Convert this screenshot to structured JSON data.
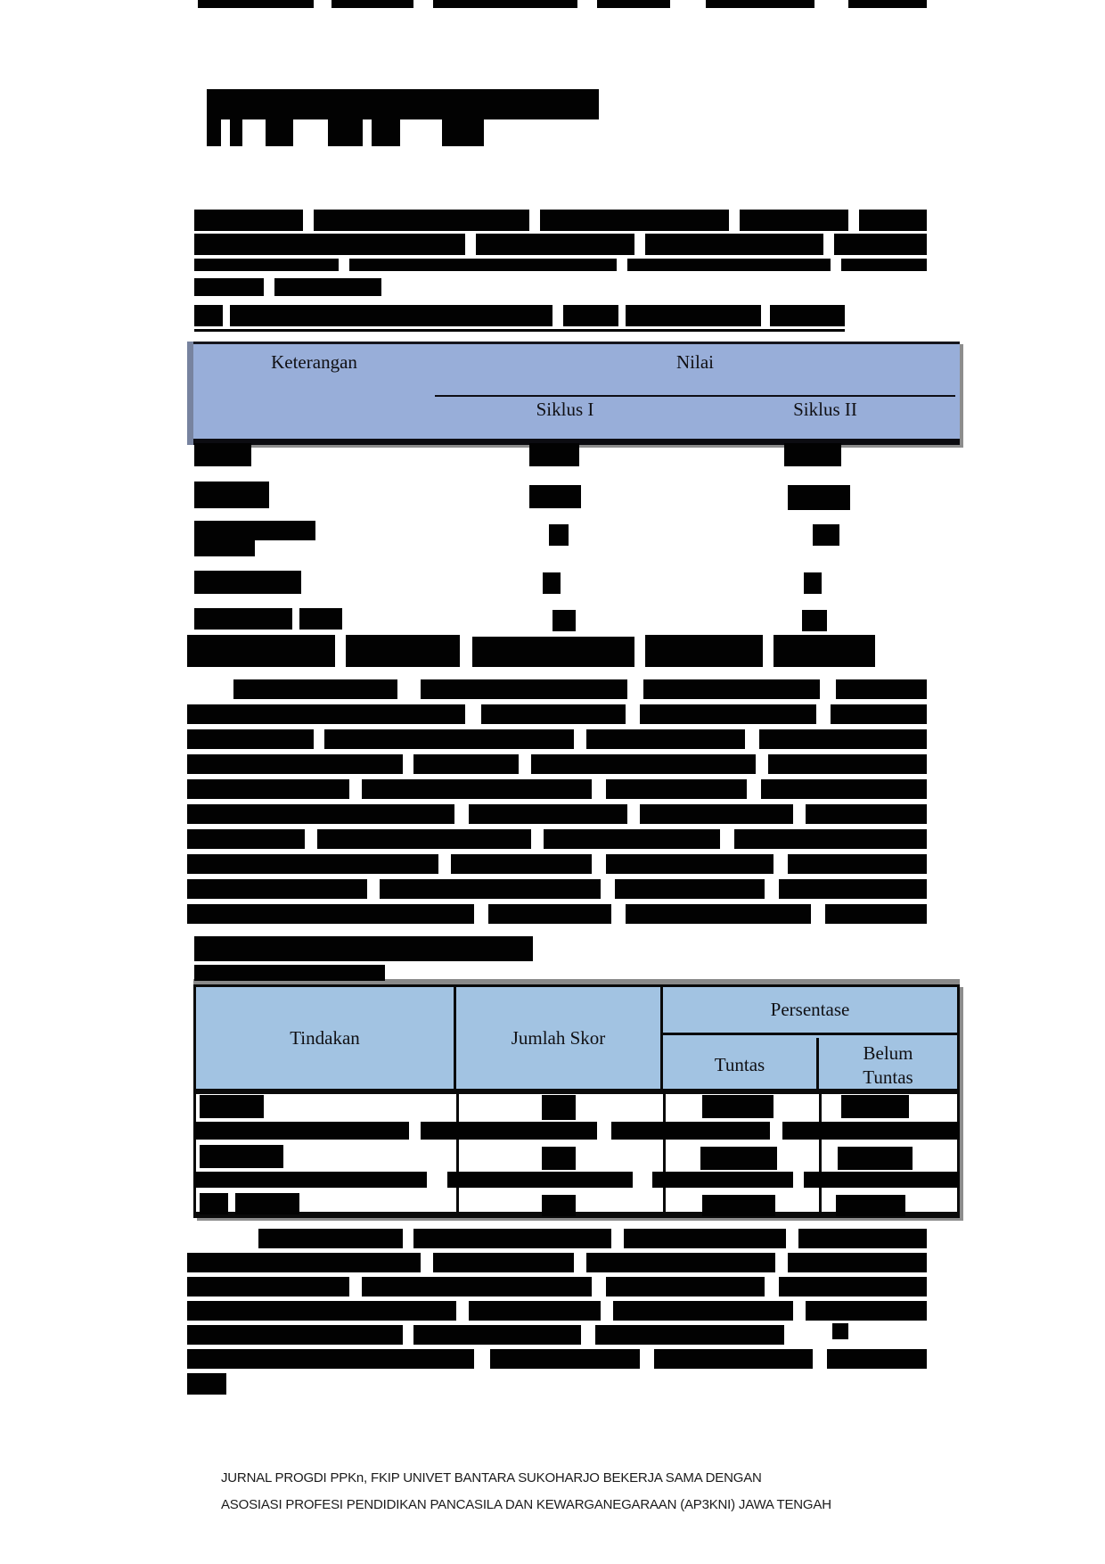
{
  "document": {
    "type": "journal-article-page",
    "note": "scanned page with most body text blacked out (redacted)"
  },
  "table1": {
    "header_bg": "#98aed9",
    "border_color": "#0c0c11",
    "header": {
      "col1": "Keterangan",
      "col2": "Nilai",
      "sub1": "Siklus I",
      "sub2": "Siklus II"
    },
    "redacted_body_rows": 6
  },
  "table2": {
    "header_bg": "#a2c3e2",
    "border_color": "#0a0a0a",
    "header": {
      "col1": "Tindakan",
      "col2": "Jumlah Skor",
      "col3": "Persentase",
      "sub1": "Tuntas",
      "sub2": "Belum Tuntas"
    },
    "redacted_body_rows": 3
  },
  "footer": {
    "line1": "JURNAL PROGDI PPKn, FKIP UNIVET BANTARA SUKOHARJO BEKERJA SAMA DENGAN",
    "line2": "ASOSIASI PROFESI PENDIDIKAN PANCASILA DAN KEWARGANEGARAAN (AP3KNI) JAWA TENGAH"
  },
  "redactions": {
    "top-edge": [
      [
        222,
        0,
        130,
        9
      ],
      [
        372,
        0,
        92,
        9
      ],
      [
        486,
        0,
        162,
        9
      ],
      [
        670,
        0,
        82,
        9
      ],
      [
        792,
        0,
        122,
        9
      ],
      [
        952,
        0,
        88,
        9
      ]
    ],
    "section-title": [
      [
        232,
        100,
        440,
        34
      ],
      [
        232,
        134,
        16,
        30
      ],
      [
        258,
        134,
        14,
        30
      ],
      [
        298,
        134,
        31,
        30
      ],
      [
        368,
        134,
        39,
        30
      ],
      [
        417,
        134,
        32,
        30
      ],
      [
        496,
        134,
        47,
        30
      ]
    ],
    "intro-paragraph": [
      [
        218,
        235,
        122,
        24
      ],
      [
        352,
        235,
        242,
        24
      ],
      [
        606,
        235,
        212,
        24
      ],
      [
        830,
        235,
        122,
        24
      ],
      [
        964,
        235,
        76,
        24
      ],
      [
        218,
        262,
        304,
        24
      ],
      [
        534,
        262,
        178,
        24
      ],
      [
        724,
        262,
        200,
        24
      ],
      [
        936,
        262,
        104,
        24
      ],
      [
        218,
        290,
        162,
        14
      ],
      [
        392,
        290,
        300,
        14
      ],
      [
        704,
        290,
        228,
        14
      ],
      [
        944,
        290,
        96,
        14
      ],
      [
        218,
        312,
        78,
        20
      ],
      [
        308,
        312,
        120,
        20
      ]
    ],
    "table1-caption": [
      [
        218,
        342,
        32,
        24
      ],
      [
        258,
        342,
        362,
        24
      ],
      [
        632,
        342,
        62,
        24
      ],
      [
        702,
        342,
        152,
        24
      ],
      [
        864,
        342,
        84,
        24
      ],
      [
        218,
        369,
        730,
        3
      ]
    ],
    "table1-cells": [
      [
        218,
        497,
        64,
        26
      ],
      [
        594,
        497,
        56,
        26
      ],
      [
        880,
        497,
        64,
        26
      ],
      [
        218,
        540,
        84,
        30
      ],
      [
        594,
        544,
        58,
        26
      ],
      [
        884,
        544,
        70,
        28
      ],
      [
        218,
        584,
        136,
        22
      ],
      [
        218,
        606,
        68,
        18
      ],
      [
        616,
        588,
        22,
        24
      ],
      [
        912,
        588,
        30,
        24
      ],
      [
        218,
        640,
        120,
        26
      ],
      [
        609,
        642,
        20,
        24
      ],
      [
        902,
        642,
        20,
        24
      ],
      [
        218,
        682,
        110,
        24
      ],
      [
        336,
        682,
        48,
        24
      ],
      [
        620,
        684,
        26,
        24
      ],
      [
        900,
        684,
        28,
        24
      ],
      [
        210,
        712,
        166,
        36
      ],
      [
        388,
        712,
        128,
        36
      ],
      [
        530,
        714,
        182,
        34
      ],
      [
        724,
        712,
        132,
        36
      ],
      [
        868,
        712,
        114,
        36
      ]
    ],
    "paragraph-after-table1": [
      [
        262,
        762,
        184,
        22
      ],
      [
        472,
        762,
        232,
        22
      ],
      [
        722,
        762,
        198,
        22
      ],
      [
        938,
        762,
        102,
        22
      ],
      [
        210,
        790,
        312,
        22
      ],
      [
        540,
        790,
        162,
        22
      ],
      [
        718,
        790,
        198,
        22
      ],
      [
        932,
        790,
        108,
        22
      ],
      [
        210,
        818,
        142,
        22
      ],
      [
        364,
        818,
        280,
        22
      ],
      [
        658,
        818,
        178,
        22
      ],
      [
        852,
        818,
        188,
        22
      ],
      [
        210,
        846,
        242,
        22
      ],
      [
        464,
        846,
        118,
        22
      ],
      [
        596,
        846,
        252,
        22
      ],
      [
        862,
        846,
        178,
        22
      ],
      [
        210,
        874,
        182,
        22
      ],
      [
        406,
        874,
        258,
        22
      ],
      [
        680,
        874,
        158,
        22
      ],
      [
        854,
        874,
        186,
        22
      ],
      [
        210,
        902,
        300,
        22
      ],
      [
        526,
        902,
        178,
        22
      ],
      [
        718,
        902,
        172,
        22
      ],
      [
        904,
        902,
        136,
        22
      ],
      [
        210,
        930,
        132,
        22
      ],
      [
        356,
        930,
        240,
        22
      ],
      [
        610,
        930,
        198,
        22
      ],
      [
        824,
        930,
        216,
        22
      ],
      [
        210,
        958,
        282,
        22
      ],
      [
        506,
        958,
        158,
        22
      ],
      [
        680,
        958,
        188,
        22
      ],
      [
        884,
        958,
        156,
        22
      ],
      [
        210,
        986,
        202,
        22
      ],
      [
        426,
        986,
        248,
        22
      ],
      [
        690,
        986,
        168,
        22
      ],
      [
        874,
        986,
        166,
        22
      ],
      [
        210,
        1014,
        322,
        22
      ],
      [
        548,
        1014,
        138,
        22
      ],
      [
        702,
        1014,
        208,
        22
      ],
      [
        926,
        1014,
        114,
        22
      ],
      [
        218,
        1050,
        380,
        28
      ],
      [
        218,
        1082,
        214,
        18
      ]
    ],
    "table2-cells": [
      [
        224,
        1228,
        72,
        26
      ],
      [
        608,
        1228,
        38,
        28
      ],
      [
        788,
        1228,
        80,
        26
      ],
      [
        944,
        1228,
        76,
        26
      ],
      [
        217,
        1258,
        242,
        20
      ],
      [
        472,
        1258,
        198,
        20
      ],
      [
        686,
        1258,
        178,
        20
      ],
      [
        878,
        1258,
        199,
        20
      ],
      [
        224,
        1284,
        94,
        26
      ],
      [
        608,
        1286,
        38,
        26
      ],
      [
        786,
        1286,
        86,
        26
      ],
      [
        940,
        1286,
        84,
        26
      ],
      [
        217,
        1314,
        262,
        18
      ],
      [
        502,
        1314,
        208,
        18
      ],
      [
        732,
        1314,
        158,
        18
      ],
      [
        902,
        1314,
        175,
        18
      ],
      [
        224,
        1338,
        32,
        24
      ],
      [
        264,
        1338,
        72,
        24
      ],
      [
        608,
        1340,
        38,
        24
      ],
      [
        788,
        1340,
        82,
        24
      ],
      [
        938,
        1340,
        78,
        24
      ]
    ],
    "paragraph-after-table2": [
      [
        290,
        1378,
        162,
        22
      ],
      [
        464,
        1378,
        222,
        22
      ],
      [
        700,
        1378,
        182,
        22
      ],
      [
        896,
        1378,
        144,
        22
      ],
      [
        210,
        1405,
        262,
        22
      ],
      [
        486,
        1405,
        158,
        22
      ],
      [
        658,
        1405,
        212,
        22
      ],
      [
        884,
        1405,
        156,
        22
      ],
      [
        210,
        1432,
        182,
        22
      ],
      [
        406,
        1432,
        258,
        22
      ],
      [
        680,
        1432,
        178,
        22
      ],
      [
        874,
        1432,
        166,
        22
      ],
      [
        210,
        1459,
        302,
        22
      ],
      [
        526,
        1459,
        148,
        22
      ],
      [
        688,
        1459,
        202,
        22
      ],
      [
        904,
        1459,
        136,
        22
      ],
      [
        210,
        1486,
        242,
        22
      ],
      [
        464,
        1486,
        188,
        22
      ],
      [
        668,
        1486,
        212,
        22
      ],
      [
        210,
        1513,
        322,
        22
      ],
      [
        550,
        1513,
        168,
        22
      ],
      [
        734,
        1513,
        178,
        22
      ],
      [
        928,
        1513,
        112,
        22
      ],
      [
        210,
        1540,
        44,
        24
      ]
    ],
    "marker-square": [
      [
        934,
        1484,
        18,
        18
      ]
    ]
  }
}
